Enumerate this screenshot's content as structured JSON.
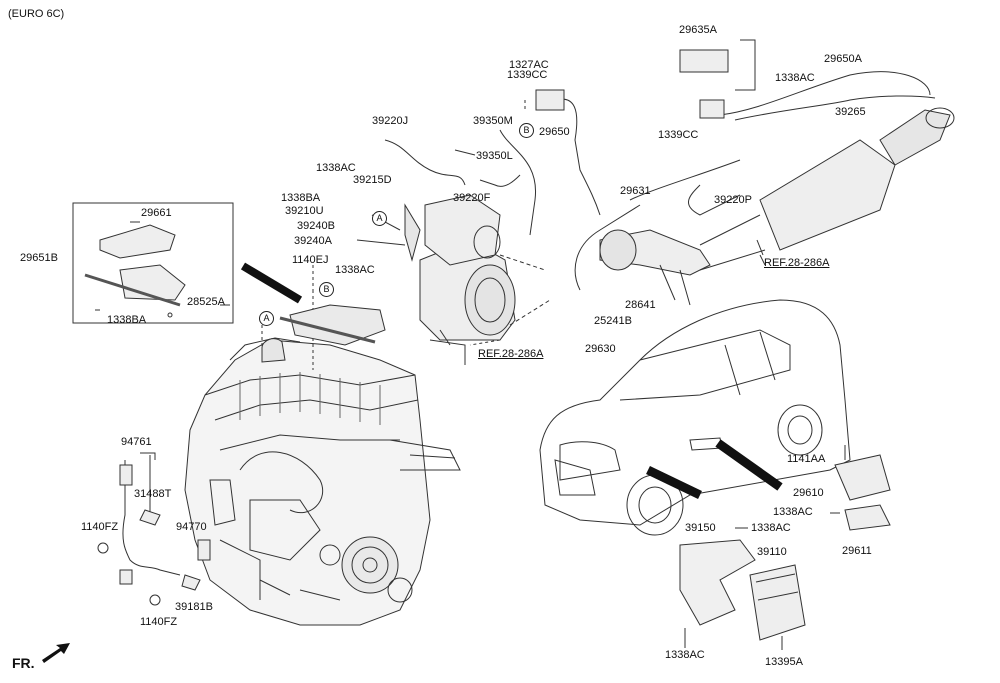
{
  "header": {
    "variant": "(EURO 6C)"
  },
  "footer": {
    "direction": "FR."
  },
  "callouts": {
    "a": "A",
    "b": "B"
  },
  "parts": {
    "p29635A": "29635A",
    "p29650A": "29650A",
    "p1338AC_tr": "1338AC",
    "p1327AC": "1327AC",
    "p1339CC_top": "1339CC",
    "p39265": "39265",
    "p29650": "29650",
    "p1339CC_mid": "1339CC",
    "p39220J": "39220J",
    "p39350M": "39350M",
    "p39350L": "39350L",
    "p1338AC_mid": "1338AC",
    "p39215D": "39215D",
    "p1338BA_top": "1338BA",
    "p39220F": "39220F",
    "p39210U": "39210U",
    "p39240B": "39240B",
    "p39240A": "39240A",
    "p29631": "29631",
    "p39220P": "39220P",
    "p29661": "29661",
    "p29651B": "29651B",
    "p1140EJ": "1140EJ",
    "p1338AC_b": "1338AC",
    "p28525A": "28525A",
    "p1338BA_bot": "1338BA",
    "ref_mid": "REF.28-286A",
    "ref_right": "REF.28-286A",
    "p28641": "28641",
    "p25241B": "25241B",
    "p29630": "29630",
    "p94761": "94761",
    "p31488T": "31488T",
    "p1140FZ_top": "1140FZ",
    "p94770": "94770",
    "p39181B": "39181B",
    "p1140FZ_bot": "1140FZ",
    "p1141AA": "1141AA",
    "p29610": "29610",
    "p1338AC_ecu": "1338AC",
    "p29611": "29611",
    "p39150": "39150",
    "p1338AC_br": "1338AC",
    "p39110": "39110",
    "p1338AC_bl": "1338AC",
    "p13395A": "13395A"
  }
}
